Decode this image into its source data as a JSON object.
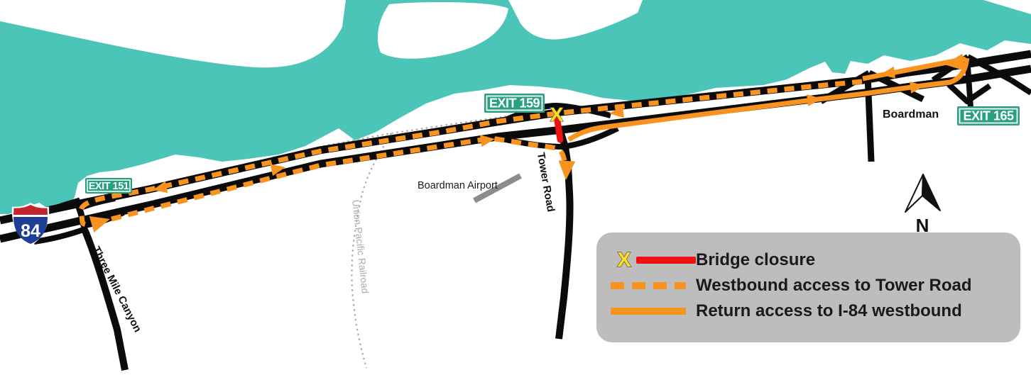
{
  "map": {
    "exits": [
      {
        "id": "exit-151",
        "label": "EXIT 151"
      },
      {
        "id": "exit-159",
        "label": "EXIT 159"
      },
      {
        "id": "exit-165",
        "label": "EXIT 165"
      }
    ],
    "shield": {
      "route": "84"
    },
    "labels": {
      "boardman": "Boardman",
      "airport": "Boardman Airport",
      "tower_road": "Tower Road",
      "three_mile_canyon": "Three Mile Canyon",
      "railroad": "Union Pacific Railroad",
      "north": "N",
      "closure_marker": "X"
    },
    "colors": {
      "river": "#4AC5B7",
      "road": "#0b0b0b",
      "route_orange": "#F7931E",
      "closure_red": "#EE1111",
      "closure_yellow": "#FFDE17",
      "sign_green": "#2AA083",
      "legend_bg": "#BDBDBD",
      "railroad_gray": "#ABABAB",
      "runway_gray": "#8C8C8C",
      "shield_blue": "#1D4096",
      "shield_red": "#C42430"
    }
  },
  "legend": {
    "closure_symbol": "X",
    "items": [
      {
        "id": "bridge-closure",
        "label": "Bridge closure"
      },
      {
        "id": "westbound-access",
        "label": "Westbound access to Tower Road"
      },
      {
        "id": "return-access",
        "label": "Return access to I-84 westbound"
      }
    ]
  }
}
